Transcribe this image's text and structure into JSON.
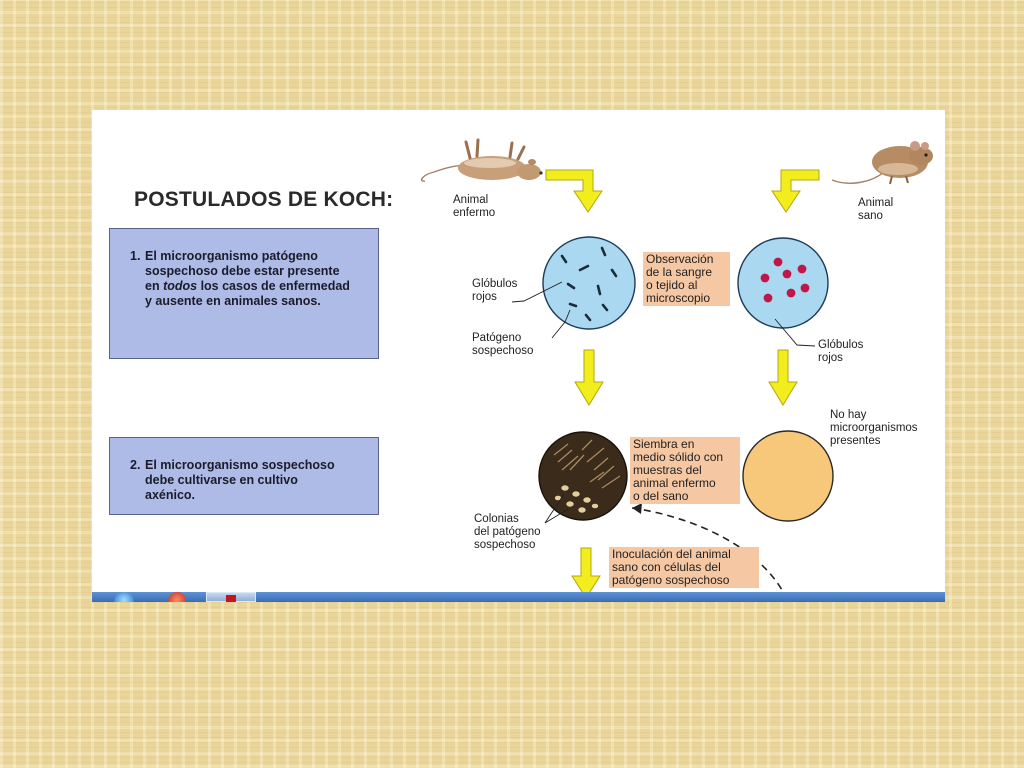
{
  "title": "POSTULADOS DE KOCH:",
  "postulates": [
    {
      "number": "1.",
      "text_pre": "El microorganismo patógeno sospechoso debe estar presente en ",
      "text_emph": "todos",
      "text_post": " los casos de enfermedad y ausente en animales sanos."
    },
    {
      "number": "2.",
      "text": "El microorganismo sospechoso debe cultivarse en cultivo axénico."
    }
  ],
  "labels": {
    "sick_animal": [
      "Animal",
      "enfermo"
    ],
    "healthy_animal": [
      "Animal",
      "sano"
    ],
    "red_cells_left": [
      "Glóbulos",
      "rojos"
    ],
    "pathogen_left": [
      "Patógeno",
      "sospechoso"
    ],
    "red_cells_right": [
      "Glóbulos",
      "rojos"
    ],
    "no_microbes": [
      "No hay",
      "microorganismos",
      "presentes"
    ],
    "colonies": [
      "Colonias",
      "del patógeno",
      "sospechoso"
    ]
  },
  "steps": {
    "observation": [
      "Observación",
      "de la sangre",
      "o tejido al",
      "microscopio"
    ],
    "culture": [
      "Siembra en",
      "medio sólido con",
      "muestras del",
      "animal enfermo",
      "o del sano"
    ],
    "inoculation": [
      "Inoculación del animal",
      "sano con células del",
      "patógeno sospechoso"
    ]
  },
  "colors": {
    "background": "#e9d49a",
    "box_fill": "#aebbe6",
    "label_fill": "#f6c7a3",
    "arrow": "#f2ee1e",
    "petri_blue": "#a9d8f0",
    "petri_orange": "#f7c77a",
    "red_cell": "#c0174a",
    "taskbar": "#3a6cb5"
  },
  "icons": [
    "sick-mouse-icon",
    "healthy-mouse-icon",
    "yellow-arrow-icon",
    "start-orb-icon",
    "browser-icon",
    "pdf-icon"
  ]
}
